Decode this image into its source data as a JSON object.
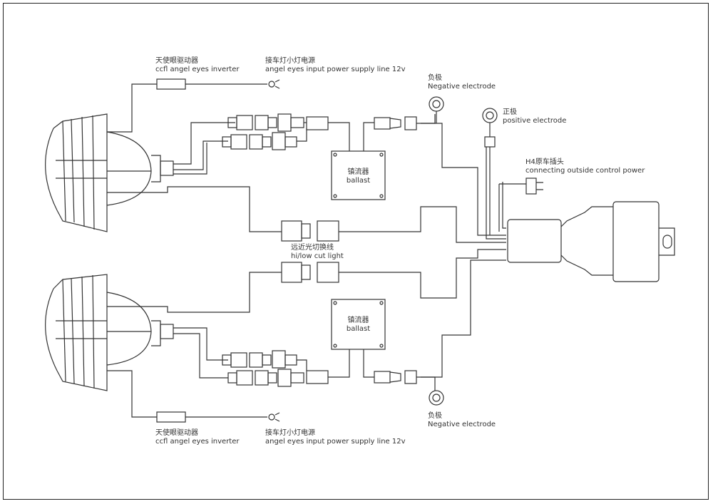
{
  "labels": {
    "inverter_top": {
      "cn": "天使眼驱动器",
      "en": "ccfl angel eyes inverter"
    },
    "power_top": {
      "cn": "接车灯小灯电源",
      "en": "angel eyes input power supply line 12v"
    },
    "negative_top": {
      "cn": "负极",
      "en": "Negative electrode"
    },
    "positive": {
      "cn": "正极",
      "en": "positive electrode"
    },
    "h4": {
      "cn": "H4原车插头",
      "en": "connecting outside control power"
    },
    "ballast_top": {
      "cn": "镇流器",
      "en": "ballast"
    },
    "hilow": {
      "cn": "远近光切换线",
      "en": "hi/low cut light"
    },
    "ballast_bottom": {
      "cn": "镇流器",
      "en": "ballast"
    },
    "negative_bottom": {
      "cn": "负极",
      "en": "Negative electrode"
    },
    "inverter_bottom": {
      "cn": "天使眼驱动器",
      "en": "ccfl angel eyes inverter"
    },
    "power_bottom": {
      "cn": "接车灯小灯电源",
      "en": "angel eyes input power supply line 12v"
    }
  },
  "colors": {
    "line": "#333333",
    "wire_fill": "#ffffff",
    "background": "#ffffff"
  }
}
